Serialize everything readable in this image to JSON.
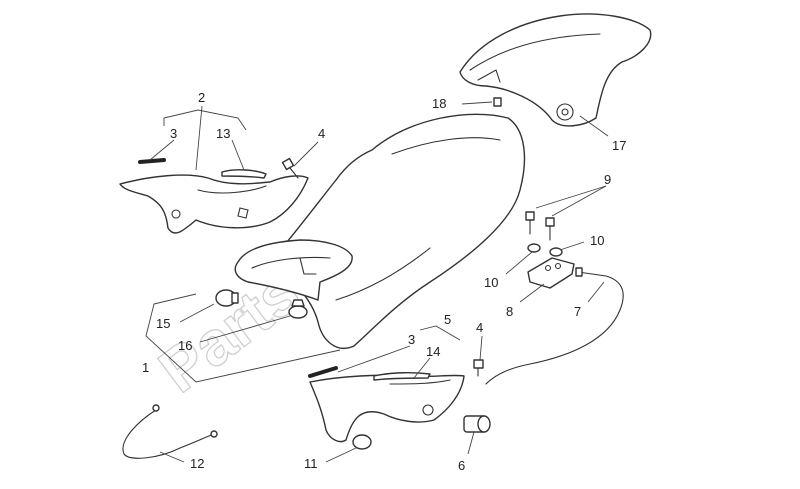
{
  "diagram": {
    "watermark": "PartsRepublik",
    "callouts": [
      {
        "id": "c1",
        "label": "1"
      },
      {
        "id": "c2",
        "label": "2"
      },
      {
        "id": "c3a",
        "label": "3"
      },
      {
        "id": "c3b",
        "label": "3"
      },
      {
        "id": "c4a",
        "label": "4"
      },
      {
        "id": "c4b",
        "label": "4"
      },
      {
        "id": "c5",
        "label": "5"
      },
      {
        "id": "c6",
        "label": "6"
      },
      {
        "id": "c7",
        "label": "7"
      },
      {
        "id": "c8",
        "label": "8"
      },
      {
        "id": "c9",
        "label": "9"
      },
      {
        "id": "c10a",
        "label": "10"
      },
      {
        "id": "c10b",
        "label": "10"
      },
      {
        "id": "c11",
        "label": "11"
      },
      {
        "id": "c12",
        "label": "12"
      },
      {
        "id": "c13",
        "label": "13"
      },
      {
        "id": "c14",
        "label": "14"
      },
      {
        "id": "c15",
        "label": "15"
      },
      {
        "id": "c16",
        "label": "16"
      },
      {
        "id": "c17",
        "label": "17"
      },
      {
        "id": "c18",
        "label": "18"
      }
    ]
  }
}
